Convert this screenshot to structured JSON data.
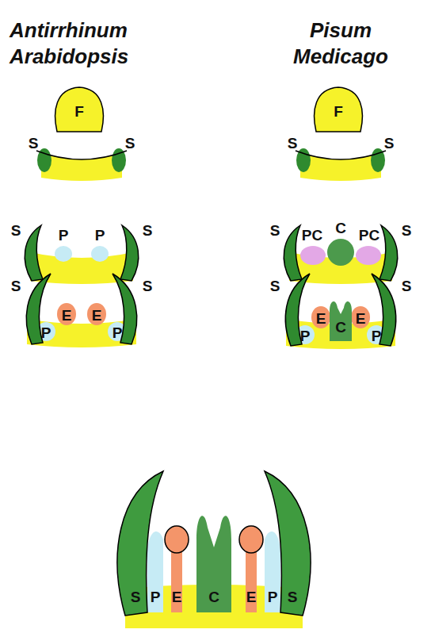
{
  "diagram": {
    "labels": [
      "Antirrhinum Arabidopsis",
      "Pisum Medicago",
      "F",
      "F",
      "S",
      "S",
      "S",
      "S",
      "S",
      "P",
      "P",
      "S",
      "S",
      "PC",
      "C",
      "PC",
      "S",
      "S",
      "E",
      "E",
      "S",
      "S",
      "E",
      "C",
      "E",
      "S",
      "P",
      "P",
      "P",
      "P",
      "S",
      "P",
      "E",
      "C",
      "E",
      "P",
      "S"
    ]
  }
}
